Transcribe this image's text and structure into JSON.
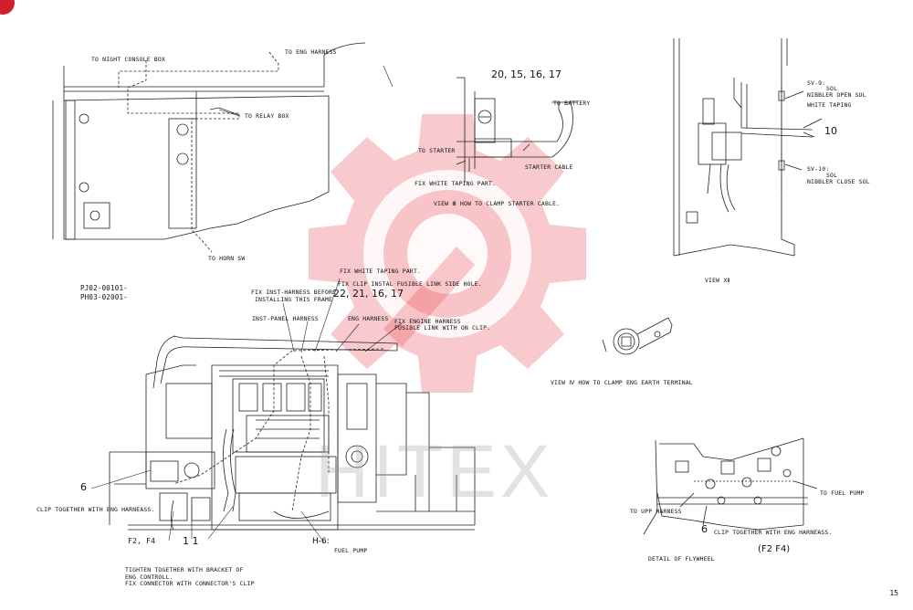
{
  "watermark": {
    "text": "HITEX"
  },
  "page_number": "15",
  "top_left": {
    "to_night_console_box": "TO NIGHT CONSOLE BOX",
    "to_eng_harness": "TO ENG HARNESS",
    "to_relay_box": "TO RELAY BOX",
    "to_horn_sw": "TO HORN SW"
  },
  "view_starter": {
    "numbers": "20, 15, 16, 17",
    "to_battery": "TO BATTERY",
    "to_starter": "TO STARTER",
    "starter_cable": "STARTER CABLE",
    "fix_white_taping": "FIX WHITE TAPING PART.",
    "caption": "VIEW Ⅲ HOW TO CLAMP STARTER CABLE."
  },
  "view_right": {
    "sv9_a": "SV-9:",
    "sv9_b": "SOL",
    "nibbler_open": "NIBBLER OPEN SOL",
    "white_taping": "WHITE TAPING",
    "ten": "10",
    "sv10_a": "SV-10:",
    "sv10_b": "SOL",
    "nibbler_close": "NIBBLER CLOSE SOL",
    "caption": "VIEW Ⅻ"
  },
  "serials": {
    "line1": "PJ02-00101-",
    "line2": "PH03-02001-"
  },
  "main": {
    "fix_white_taping": "FIX WHITE TAPING PART.",
    "fix_clip": "FIX CLIP INSTAL FUSIBLE LINK SIDE HOLE.",
    "fix_inst_harness_1": "FIX INST-HARNESS BEFORE",
    "fix_inst_harness_2": "INSTALLING THIS FRAME",
    "numbers": "22, 21, 16, 17",
    "inst_panel_harness": "INST-PANEL HARNESS",
    "eng_harness": "ENG HARNESS",
    "fix_engine_harness_1": "FIX ENGINE HARNESS",
    "fix_engine_harness_2": "FUSIBLE LINK WITH ON CLIP.",
    "six": "6",
    "clip_together": "CLIP TOGETHER WITH ENG HARNEASS.",
    "f2f4": "F2, F4",
    "eleven": "1 1",
    "h6": "H-6:",
    "fuel_pump": "FUEL PUMP",
    "tighten_1": "TIGHTEN TOGETHER WITH BRACKET OF",
    "tighten_2": "ENG CONTROLL.",
    "tighten_3": "FIX CONNECTOR WITH CONNECTOR'S CLIP"
  },
  "earth_view": {
    "caption": "VIEW Ⅳ HOW TO CLAMP ENG EARTH TERMINAL"
  },
  "flywheel": {
    "to_fuel_pump": "TO FUEL PUMP",
    "to_upp_harness": "TO UPP HARNESS",
    "six": "6",
    "clip_together": "CLIP TOGETHER WITH ENG HARNEASS.",
    "f2f4": "(F2  F4)",
    "caption": "DETAIL OF FLYWHEEL"
  }
}
